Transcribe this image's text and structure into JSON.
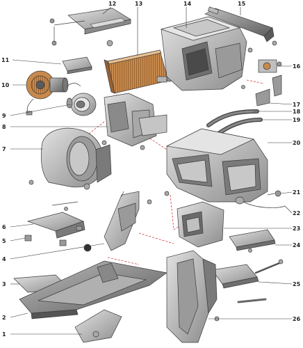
{
  "diagram": {
    "callouts": [
      {
        "id": "c1",
        "label": "1"
      },
      {
        "id": "c2",
        "label": "2"
      },
      {
        "id": "c3",
        "label": "3"
      },
      {
        "id": "c4",
        "label": "4"
      },
      {
        "id": "c5",
        "label": "5"
      },
      {
        "id": "c6",
        "label": "6"
      },
      {
        "id": "c7",
        "label": "7"
      },
      {
        "id": "c8",
        "label": "8"
      },
      {
        "id": "c9",
        "label": "9"
      },
      {
        "id": "c10",
        "label": "10"
      },
      {
        "id": "c11",
        "label": "11"
      },
      {
        "id": "c12",
        "label": "12"
      },
      {
        "id": "c13",
        "label": "13"
      },
      {
        "id": "c14",
        "label": "14"
      },
      {
        "id": "c15",
        "label": "15"
      },
      {
        "id": "c16",
        "label": "16"
      },
      {
        "id": "c17",
        "label": "17"
      },
      {
        "id": "c18",
        "label": "18"
      },
      {
        "id": "c19",
        "label": "19"
      },
      {
        "id": "c20",
        "label": "20"
      },
      {
        "id": "c21",
        "label": "21"
      },
      {
        "id": "c22",
        "label": "22"
      },
      {
        "id": "c23",
        "label": "23"
      },
      {
        "id": "c24",
        "label": "24"
      },
      {
        "id": "c25",
        "label": "25"
      },
      {
        "id": "c26",
        "label": "26"
      }
    ],
    "colors": {
      "background": "#ffffff",
      "part_fill": "#b9b9b9",
      "part_dark": "#7d7d7d",
      "part_light": "#dcdcdc",
      "heater_core": "#c8894c",
      "leader": "#333333",
      "assembly_line": "#d23c3c"
    }
  }
}
